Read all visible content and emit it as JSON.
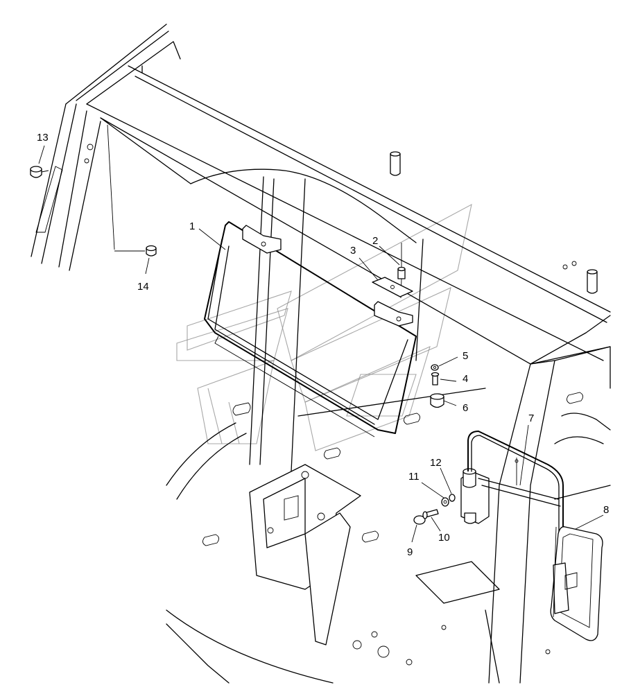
{
  "diagram": {
    "type": "exploded parts diagram",
    "callouts": [
      {
        "id": "1",
        "text": "1"
      },
      {
        "id": "2",
        "text": "2"
      },
      {
        "id": "3",
        "text": "3"
      },
      {
        "id": "4",
        "text": "4"
      },
      {
        "id": "5",
        "text": "5"
      },
      {
        "id": "6",
        "text": "6"
      },
      {
        "id": "7",
        "text": "7"
      },
      {
        "id": "8",
        "text": "8"
      },
      {
        "id": "9",
        "text": "9"
      },
      {
        "id": "10",
        "text": "10"
      },
      {
        "id": "11",
        "text": "11"
      },
      {
        "id": "12",
        "text": "12"
      },
      {
        "id": "13",
        "text": "13"
      },
      {
        "id": "14",
        "text": "14"
      }
    ]
  },
  "colors": {
    "line": "#000000",
    "background": "#ffffff",
    "watermark": "#8a8a8a"
  }
}
